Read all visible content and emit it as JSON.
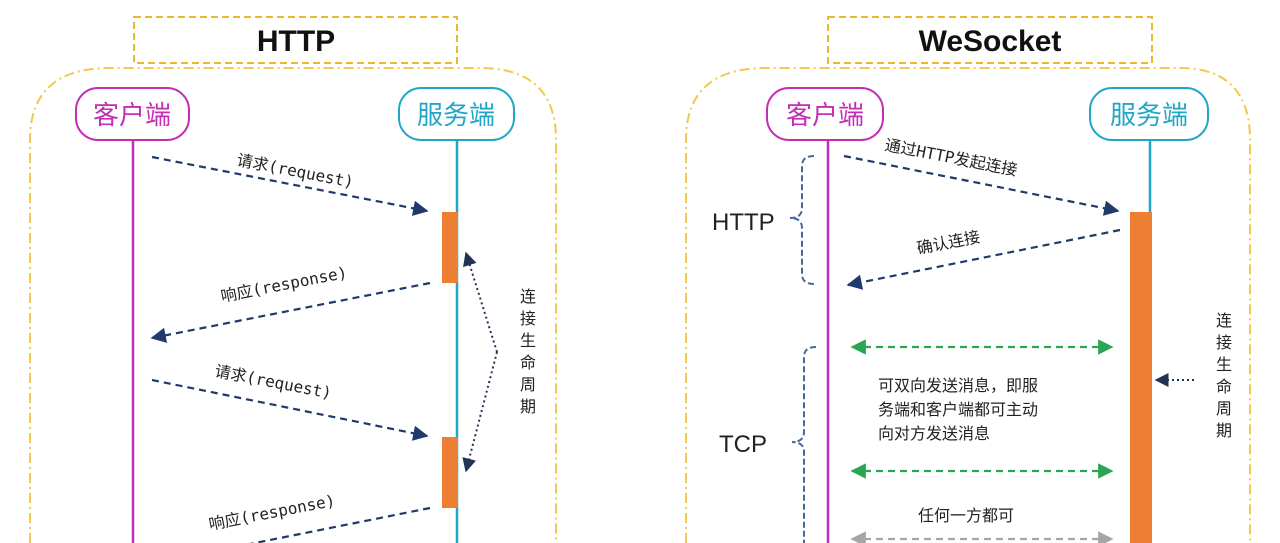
{
  "http": {
    "title": "HTTP",
    "client_label": "客户端",
    "server_label": "服务端",
    "request_1": "请求(request)",
    "response_1": "响应(response)",
    "request_2": "请求(request)",
    "response_2": "响应(response)",
    "lifecycle_chars": [
      "连",
      "接",
      "生",
      "命",
      "周",
      "期"
    ]
  },
  "websocket": {
    "title": "WeSocket",
    "client_label": "客户端",
    "server_label": "服务端",
    "handshake": "通过HTTP发起连接",
    "confirm": "确认连接",
    "http_brace_label": "HTTP",
    "tcp_brace_label": "TCP",
    "bidirectional_lines": [
      "可双向发送消息，即服",
      "务端和客户端都可主动",
      "向对方发送消息"
    ],
    "either_side": "任何一方都可",
    "lifecycle_chars": [
      "连",
      "接",
      "生",
      "命",
      "周",
      "期"
    ]
  },
  "colors": {
    "client": "#c32eb5",
    "server": "#22a6c8",
    "activation": "#ec7f31",
    "message_arrow": "#1f3a6b",
    "bidirectional_arrow": "#2aa552",
    "gray_arrow": "#a6a6a6",
    "container_border": "#f2c94c",
    "brace": "#44699a"
  }
}
